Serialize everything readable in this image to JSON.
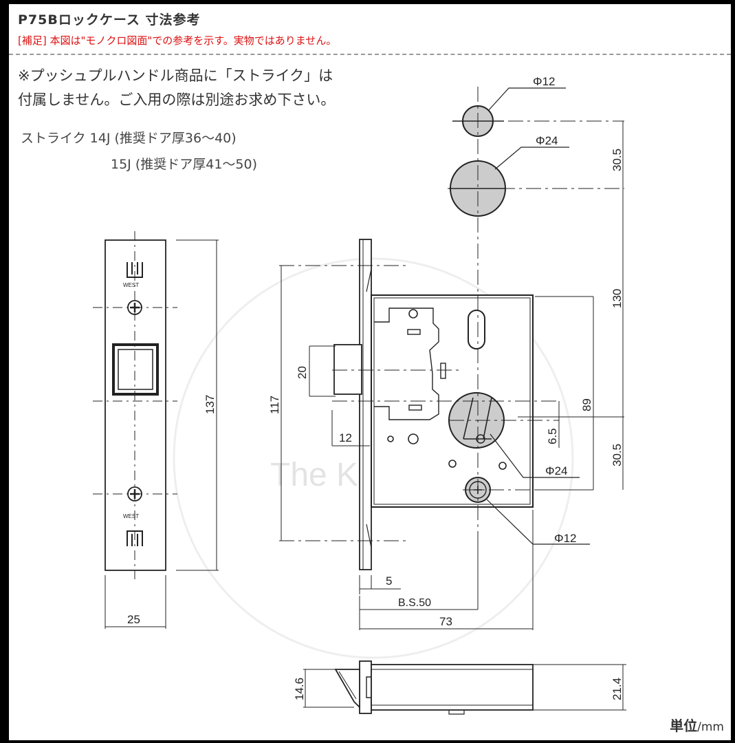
{
  "header": {
    "title": "P75Bロックケース 寸法参考",
    "note_tag": "[補足]",
    "note_text": "本図は\"モノクロ図面\"での参考を示す。実物ではありません。"
  },
  "notes": {
    "line1": "※プッシュプルハンドル商品に「ストライク」は",
    "line2": "付属しません。ご入用の際は別途お求め下さい。",
    "strike_14j": "ストライク 14J (推奨ドア厚36～40)",
    "strike_15j": "15J (推奨ドア厚41～50)"
  },
  "faceplate": {
    "logo_top": "WEST",
    "logo_bottom": "WEST"
  },
  "dimensions": {
    "d12_top": "Φ12",
    "d24_top": "Φ24",
    "d24_mid": "Φ24",
    "d12_bottom": "Φ12",
    "v30_5_top": "30.5",
    "v130": "130",
    "v89": "89",
    "v6_5": "6.5",
    "v30_5_bottom": "30.5",
    "v117": "117",
    "v20": "20",
    "v12": "12",
    "v137": "137",
    "w25": "25",
    "w5": "5",
    "bs50": "B.S.50",
    "w73": "73",
    "h14_6": "14.6",
    "h21_4": "21.4"
  },
  "watermark": "The Kagi",
  "unit": {
    "big": "単位",
    "small": "/mm"
  }
}
